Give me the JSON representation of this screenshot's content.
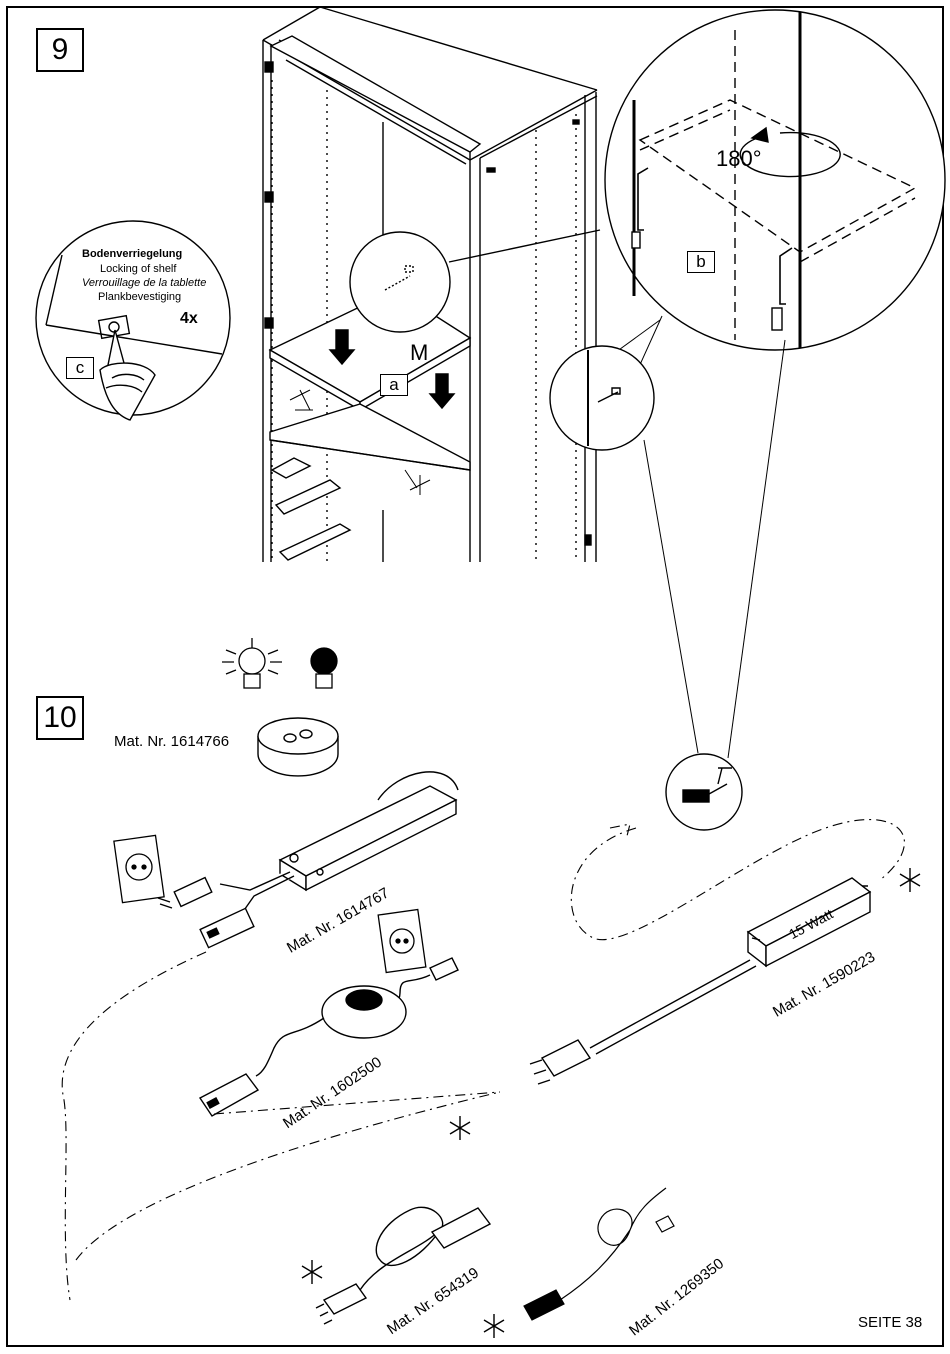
{
  "steps": {
    "step9": "9",
    "step10": "10"
  },
  "callouts": {
    "lock_title": "Bodenverriegelung",
    "lock_en": "Locking of shelf",
    "lock_fr": "Verrouillage de la tablette",
    "lock_nl": "Plankbevestiging",
    "qty": "4x",
    "label_a": "a",
    "label_b": "b",
    "label_c": "c",
    "shelf_mark": "M",
    "rotation": "180°"
  },
  "parts": {
    "touch_switch": "Mat. Nr. 1614766",
    "transformer": "Mat. Nr. 1614767",
    "foot_switch": "Mat. Nr. 1602500",
    "driver": "Mat. Nr. 1590223",
    "driver_rating": "15 Watt",
    "cable_a": "Mat. Nr. 654319",
    "cable_b": "Mat. Nr. 1269350"
  },
  "footer": {
    "page": "SEITE 38"
  }
}
